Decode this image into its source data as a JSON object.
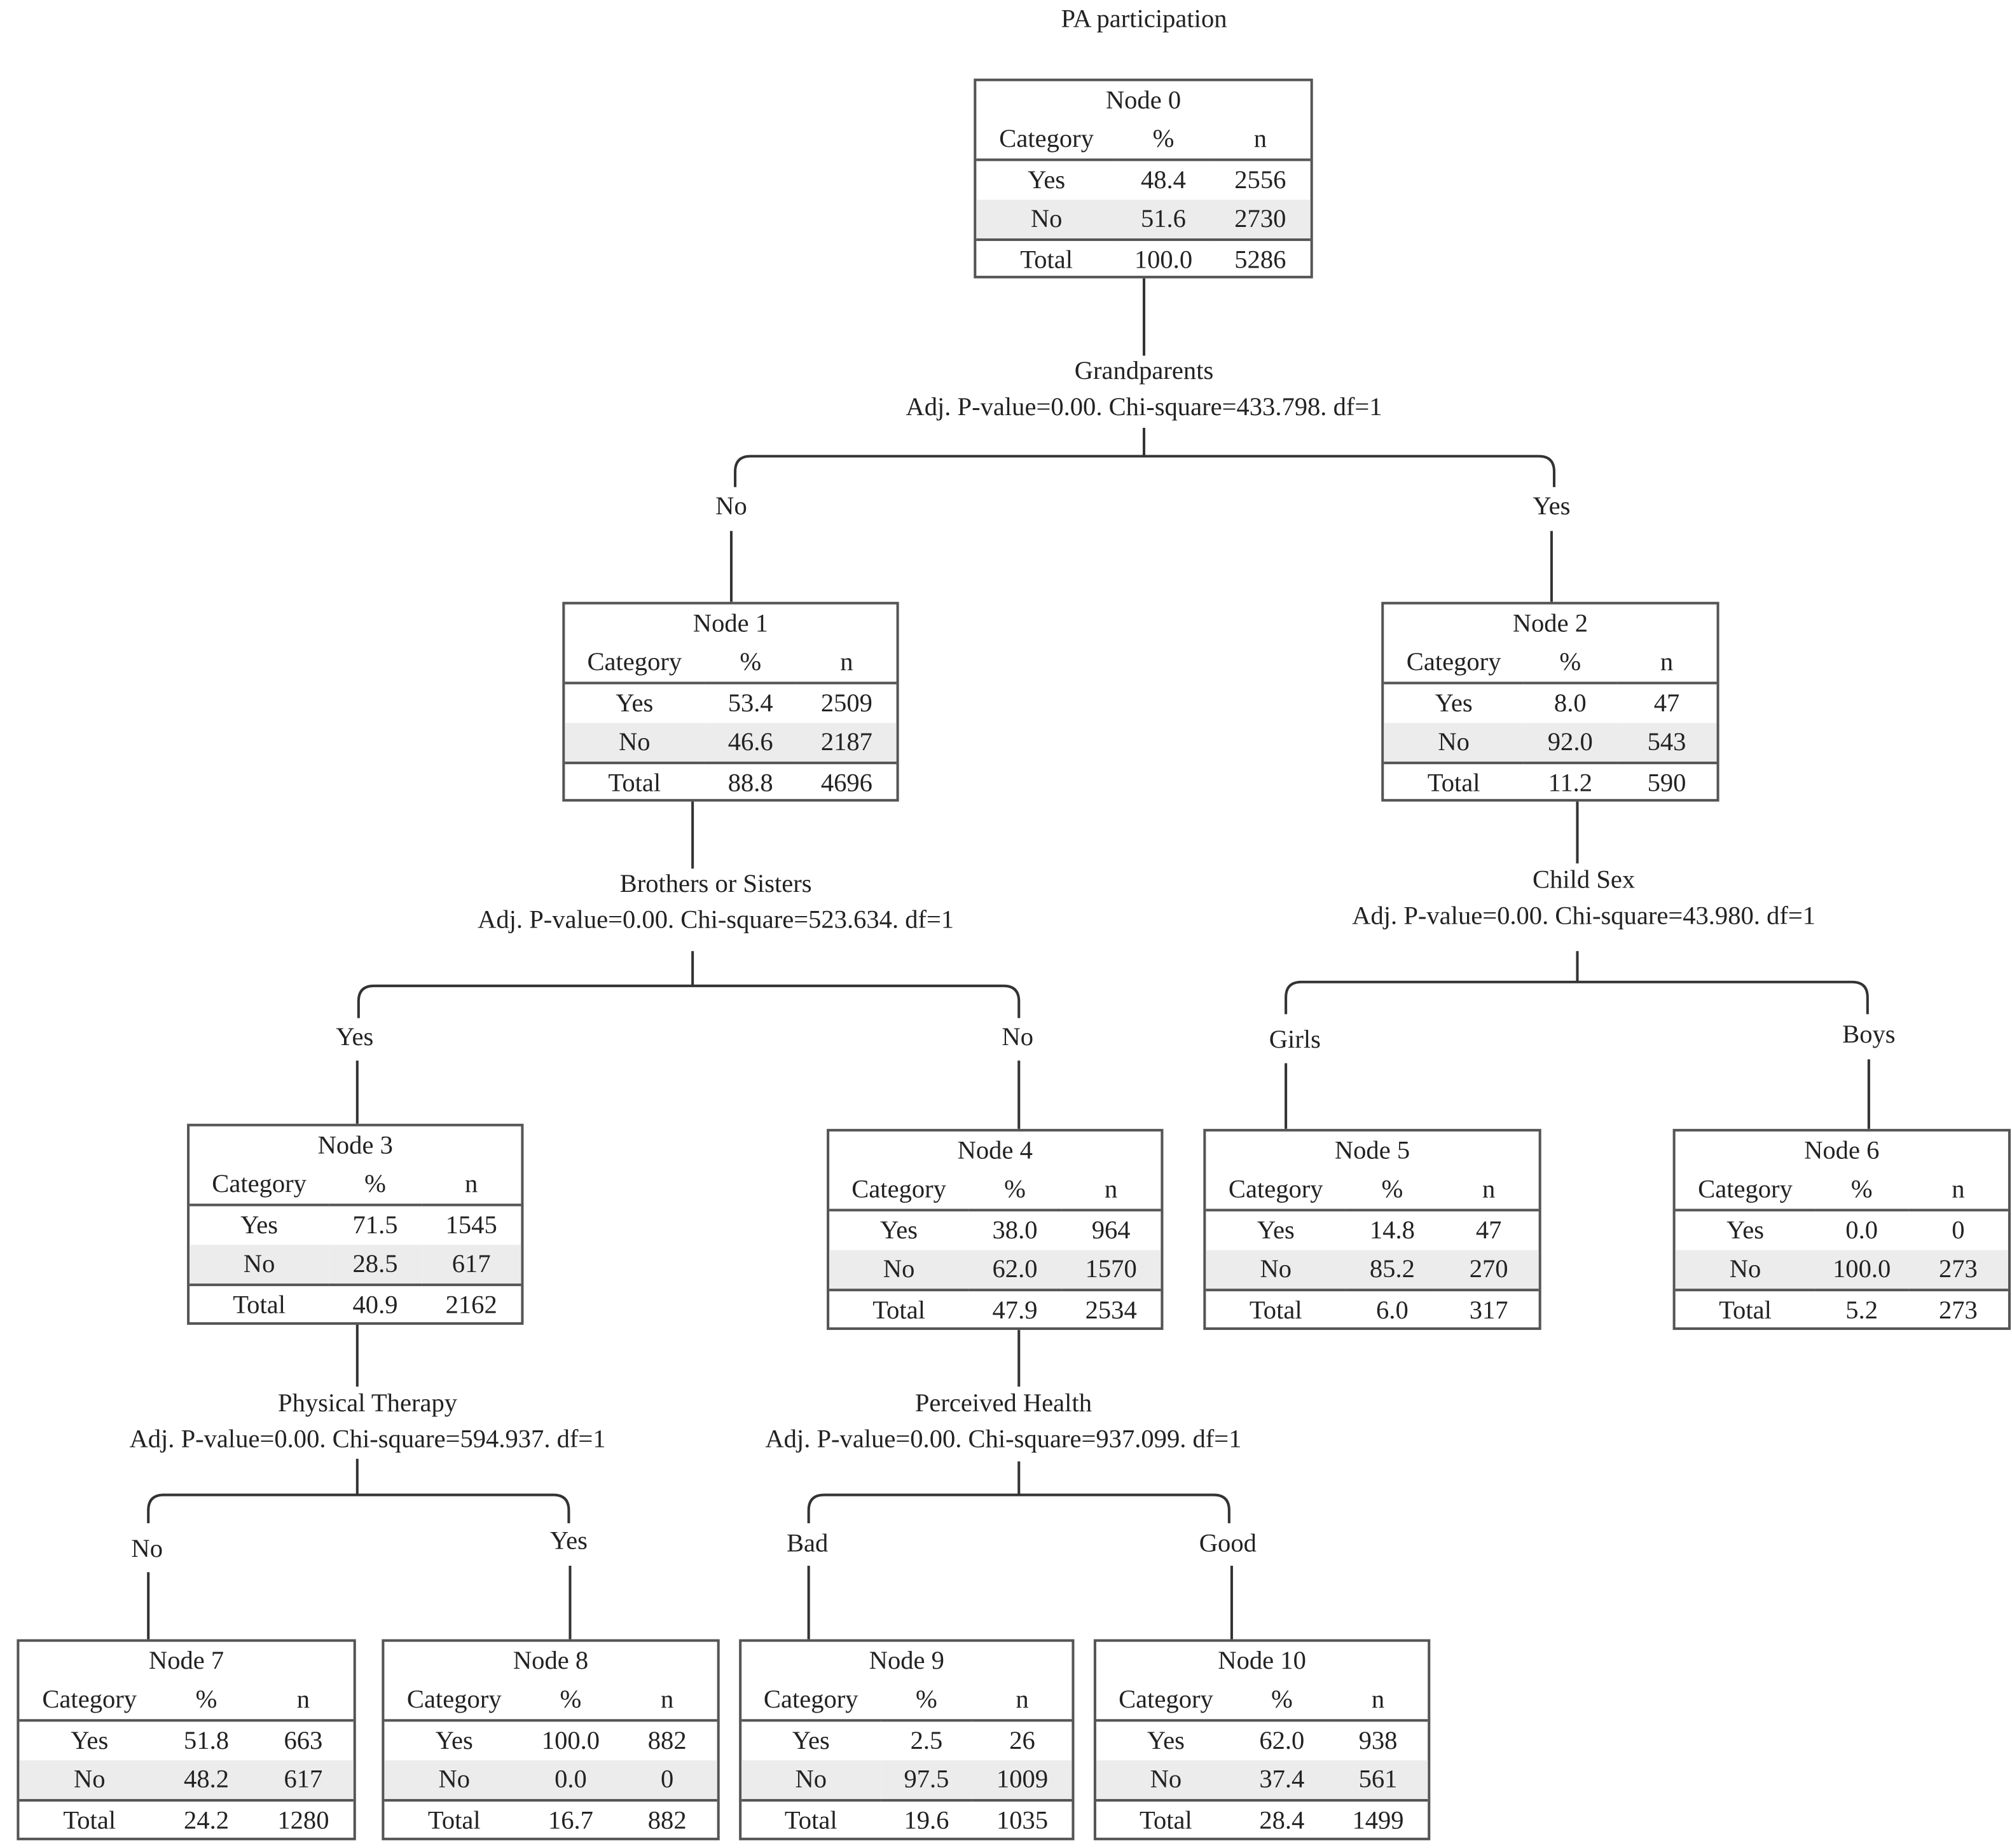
{
  "title": "PA participation",
  "column_headers": {
    "category": "Category",
    "percent": "%",
    "n": "n"
  },
  "nodes": [
    {
      "label": "Node 0",
      "rows": [
        {
          "category": "Yes",
          "percent": "48.4",
          "n": "2556"
        },
        {
          "category": "No",
          "percent": "51.6",
          "n": "2730"
        },
        {
          "category": "Total",
          "percent": "100.0",
          "n": "5286"
        }
      ]
    },
    {
      "label": "Node 1",
      "rows": [
        {
          "category": "Yes",
          "percent": "53.4",
          "n": "2509"
        },
        {
          "category": "No",
          "percent": "46.6",
          "n": "2187"
        },
        {
          "category": "Total",
          "percent": "88.8",
          "n": "4696"
        }
      ]
    },
    {
      "label": "Node 2",
      "rows": [
        {
          "category": "Yes",
          "percent": "8.0",
          "n": "47"
        },
        {
          "category": "No",
          "percent": "92.0",
          "n": "543"
        },
        {
          "category": "Total",
          "percent": "11.2",
          "n": "590"
        }
      ]
    },
    {
      "label": "Node 3",
      "rows": [
        {
          "category": "Yes",
          "percent": "71.5",
          "n": "1545"
        },
        {
          "category": "No",
          "percent": "28.5",
          "n": "617"
        },
        {
          "category": "Total",
          "percent": "40.9",
          "n": "2162"
        }
      ]
    },
    {
      "label": "Node 4",
      "rows": [
        {
          "category": "Yes",
          "percent": "38.0",
          "n": "964"
        },
        {
          "category": "No",
          "percent": "62.0",
          "n": "1570"
        },
        {
          "category": "Total",
          "percent": "47.9",
          "n": "2534"
        }
      ]
    },
    {
      "label": "Node 5",
      "rows": [
        {
          "category": "Yes",
          "percent": "14.8",
          "n": "47"
        },
        {
          "category": "No",
          "percent": "85.2",
          "n": "270"
        },
        {
          "category": "Total",
          "percent": "6.0",
          "n": "317"
        }
      ]
    },
    {
      "label": "Node 6",
      "rows": [
        {
          "category": "Yes",
          "percent": "0.0",
          "n": "0"
        },
        {
          "category": "No",
          "percent": "100.0",
          "n": "273"
        },
        {
          "category": "Total",
          "percent": "5.2",
          "n": "273"
        }
      ]
    },
    {
      "label": "Node 7",
      "rows": [
        {
          "category": "Yes",
          "percent": "51.8",
          "n": "663"
        },
        {
          "category": "No",
          "percent": "48.2",
          "n": "617"
        },
        {
          "category": "Total",
          "percent": "24.2",
          "n": "1280"
        }
      ]
    },
    {
      "label": "Node 8",
      "rows": [
        {
          "category": "Yes",
          "percent": "100.0",
          "n": "882"
        },
        {
          "category": "No",
          "percent": "0.0",
          "n": "0"
        },
        {
          "category": "Total",
          "percent": "16.7",
          "n": "882"
        }
      ]
    },
    {
      "label": "Node 9",
      "rows": [
        {
          "category": "Yes",
          "percent": "2.5",
          "n": "26"
        },
        {
          "category": "No",
          "percent": "97.5",
          "n": "1009"
        },
        {
          "category": "Total",
          "percent": "19.6",
          "n": "1035"
        }
      ]
    },
    {
      "label": "Node 10",
      "rows": [
        {
          "category": "Yes",
          "percent": "62.0",
          "n": "938"
        },
        {
          "category": "No",
          "percent": "37.4",
          "n": "561"
        },
        {
          "category": "Total",
          "percent": "28.4",
          "n": "1499"
        }
      ]
    }
  ],
  "splits": [
    {
      "variable": "Grandparents",
      "stats": "Adj. P-value=0.00. Chi-square=433.798. df=1"
    },
    {
      "variable": "Brothers or Sisters",
      "stats": "Adj. P-value=0.00. Chi-square=523.634. df=1"
    },
    {
      "variable": "Child Sex",
      "stats": "Adj. P-value=0.00. Chi-square=43.980. df=1"
    },
    {
      "variable": "Physical Therapy",
      "stats": "Adj. P-value=0.00. Chi-square=594.937. df=1"
    },
    {
      "variable": "Perceived Health",
      "stats": "Adj. P-value=0.00. Chi-square=937.099. df=1"
    }
  ],
  "branches": [
    "No",
    "Yes",
    "Yes",
    "No",
    "Girls",
    "Boys",
    "No",
    "Yes",
    "Bad",
    "Good"
  ]
}
